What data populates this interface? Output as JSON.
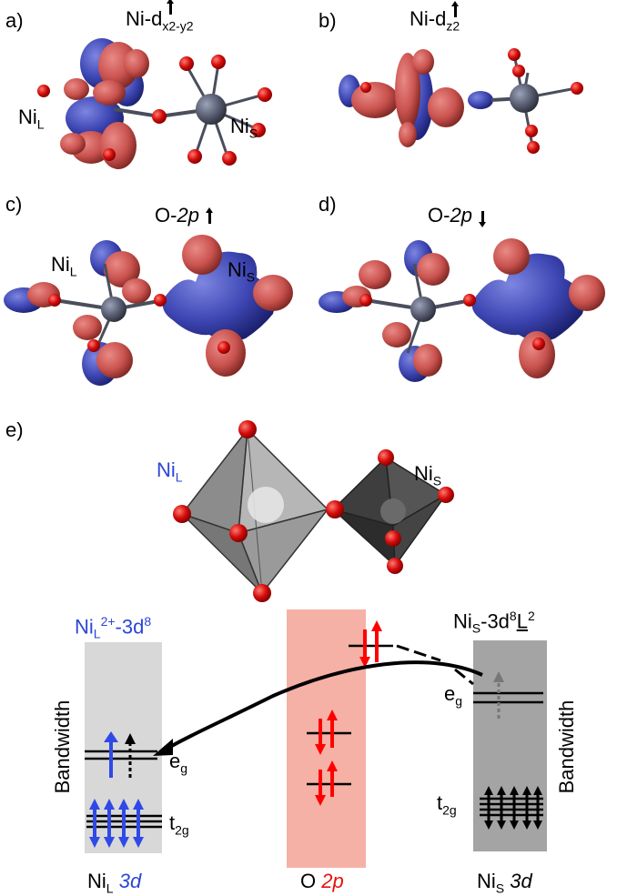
{
  "panels": {
    "a": {
      "letter": "a)",
      "title": "Ni-d",
      "title_sub": "x2-y2",
      "label_left": "Ni",
      "label_left_sub": "L",
      "label_right": "Ni",
      "label_right_sub": "S"
    },
    "b": {
      "letter": "b)",
      "title": "Ni-d",
      "title_sub": "z2"
    },
    "c": {
      "letter": "c)",
      "title_prefix": "O-",
      "title_italic": "2p",
      "label_left": "Ni",
      "label_left_sub": "L",
      "label_right": "Ni",
      "label_right_sub": "S"
    },
    "d": {
      "letter": "d)",
      "title_prefix": "O-",
      "title_italic": "2p"
    },
    "e": {
      "letter": "e)",
      "label_left": "Ni",
      "label_left_sub": "L",
      "label_right": "Ni",
      "label_right_sub": "S"
    }
  },
  "energy_diagram": {
    "left_header": {
      "base": "Ni",
      "sub": "L",
      "sup": "2+",
      "rest": "-3d",
      "sup2": "8"
    },
    "right_header": {
      "base": "Ni",
      "sub": "S",
      "rest": "-3d",
      "sup": "8",
      "l": "L",
      "sup2": "2"
    },
    "eg": "e",
    "eg_sub": "g",
    "t2g": "t",
    "t2g_sub": "2g",
    "bandwidth": "Bandwidth",
    "bottom_left": {
      "base": "Ni",
      "sub": "L",
      "italic": "3d"
    },
    "bottom_middle": {
      "base": "O ",
      "italic": "2p"
    },
    "bottom_right": {
      "base": "Ni",
      "sub": "S",
      "italic": "3d"
    }
  },
  "colors": {
    "lobe_red": "#c9524e",
    "lobe_blue": "#3d46b3",
    "atom_o": "#cc0a0a",
    "atom_ni": "#505466",
    "ni_label_blue": "#2a46d6",
    "o2p_band": "#f5b1a6",
    "ni_l_band": "#d8d8d8",
    "ni_s_band": "#a4a4a4",
    "arrow_red": "#ff0000",
    "arrow_blue": "#2e49e6"
  }
}
